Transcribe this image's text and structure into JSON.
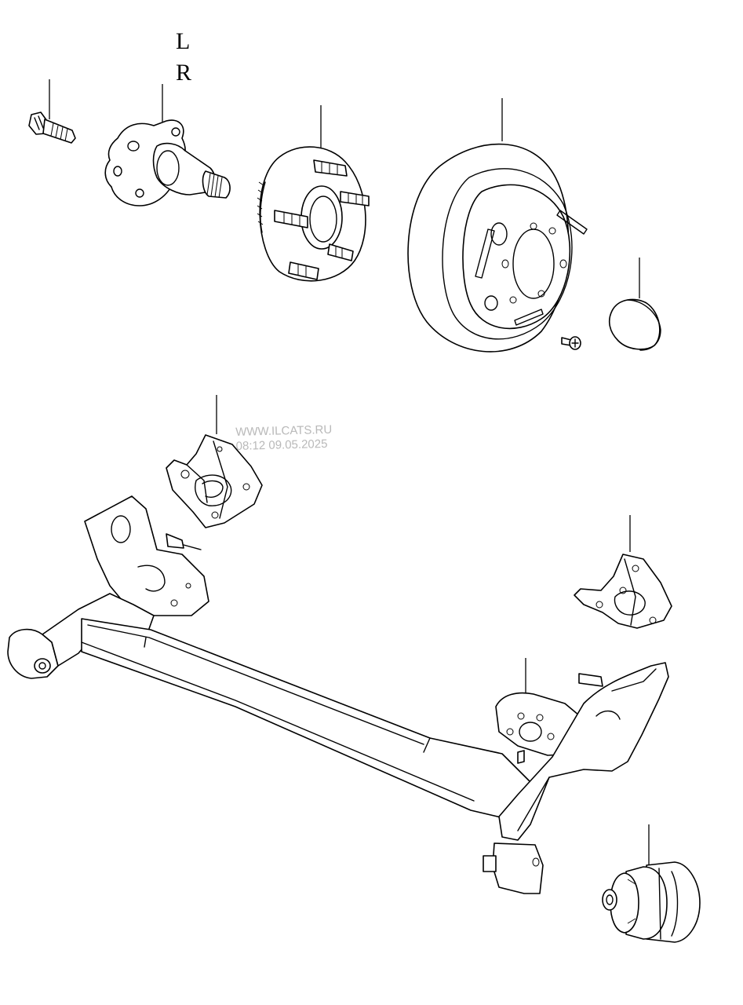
{
  "labels": {
    "left": "L",
    "right": "R"
  },
  "watermark": {
    "site": "WWW.ILCATS.RU",
    "timestamp": "08:12 09.05.2025"
  },
  "colors": {
    "line": "#000000",
    "background": "#ffffff",
    "watermark": "#b9b9b9"
  }
}
